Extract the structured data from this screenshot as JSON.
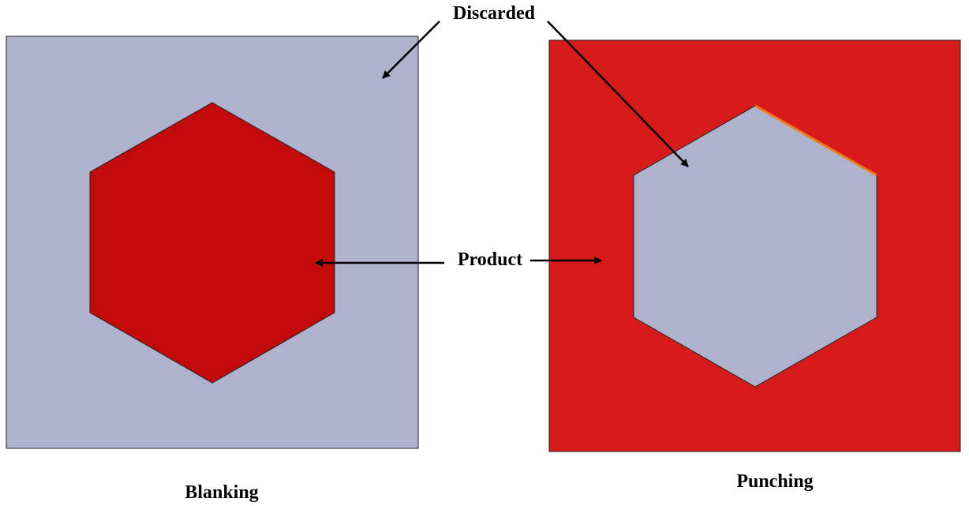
{
  "labels": {
    "discarded": "Discarded",
    "product": "Product",
    "blanking": "Blanking",
    "punching": "Punching"
  },
  "colors": {
    "background": "#ffffff",
    "sheet_gray": "#aeb2cd",
    "blanking_hexagon": "#c20a0a",
    "punching_sheet": "#d71b1b",
    "edge_highlight": "#f07a1a",
    "outline": "#222222",
    "arrow": "#000000"
  }
}
